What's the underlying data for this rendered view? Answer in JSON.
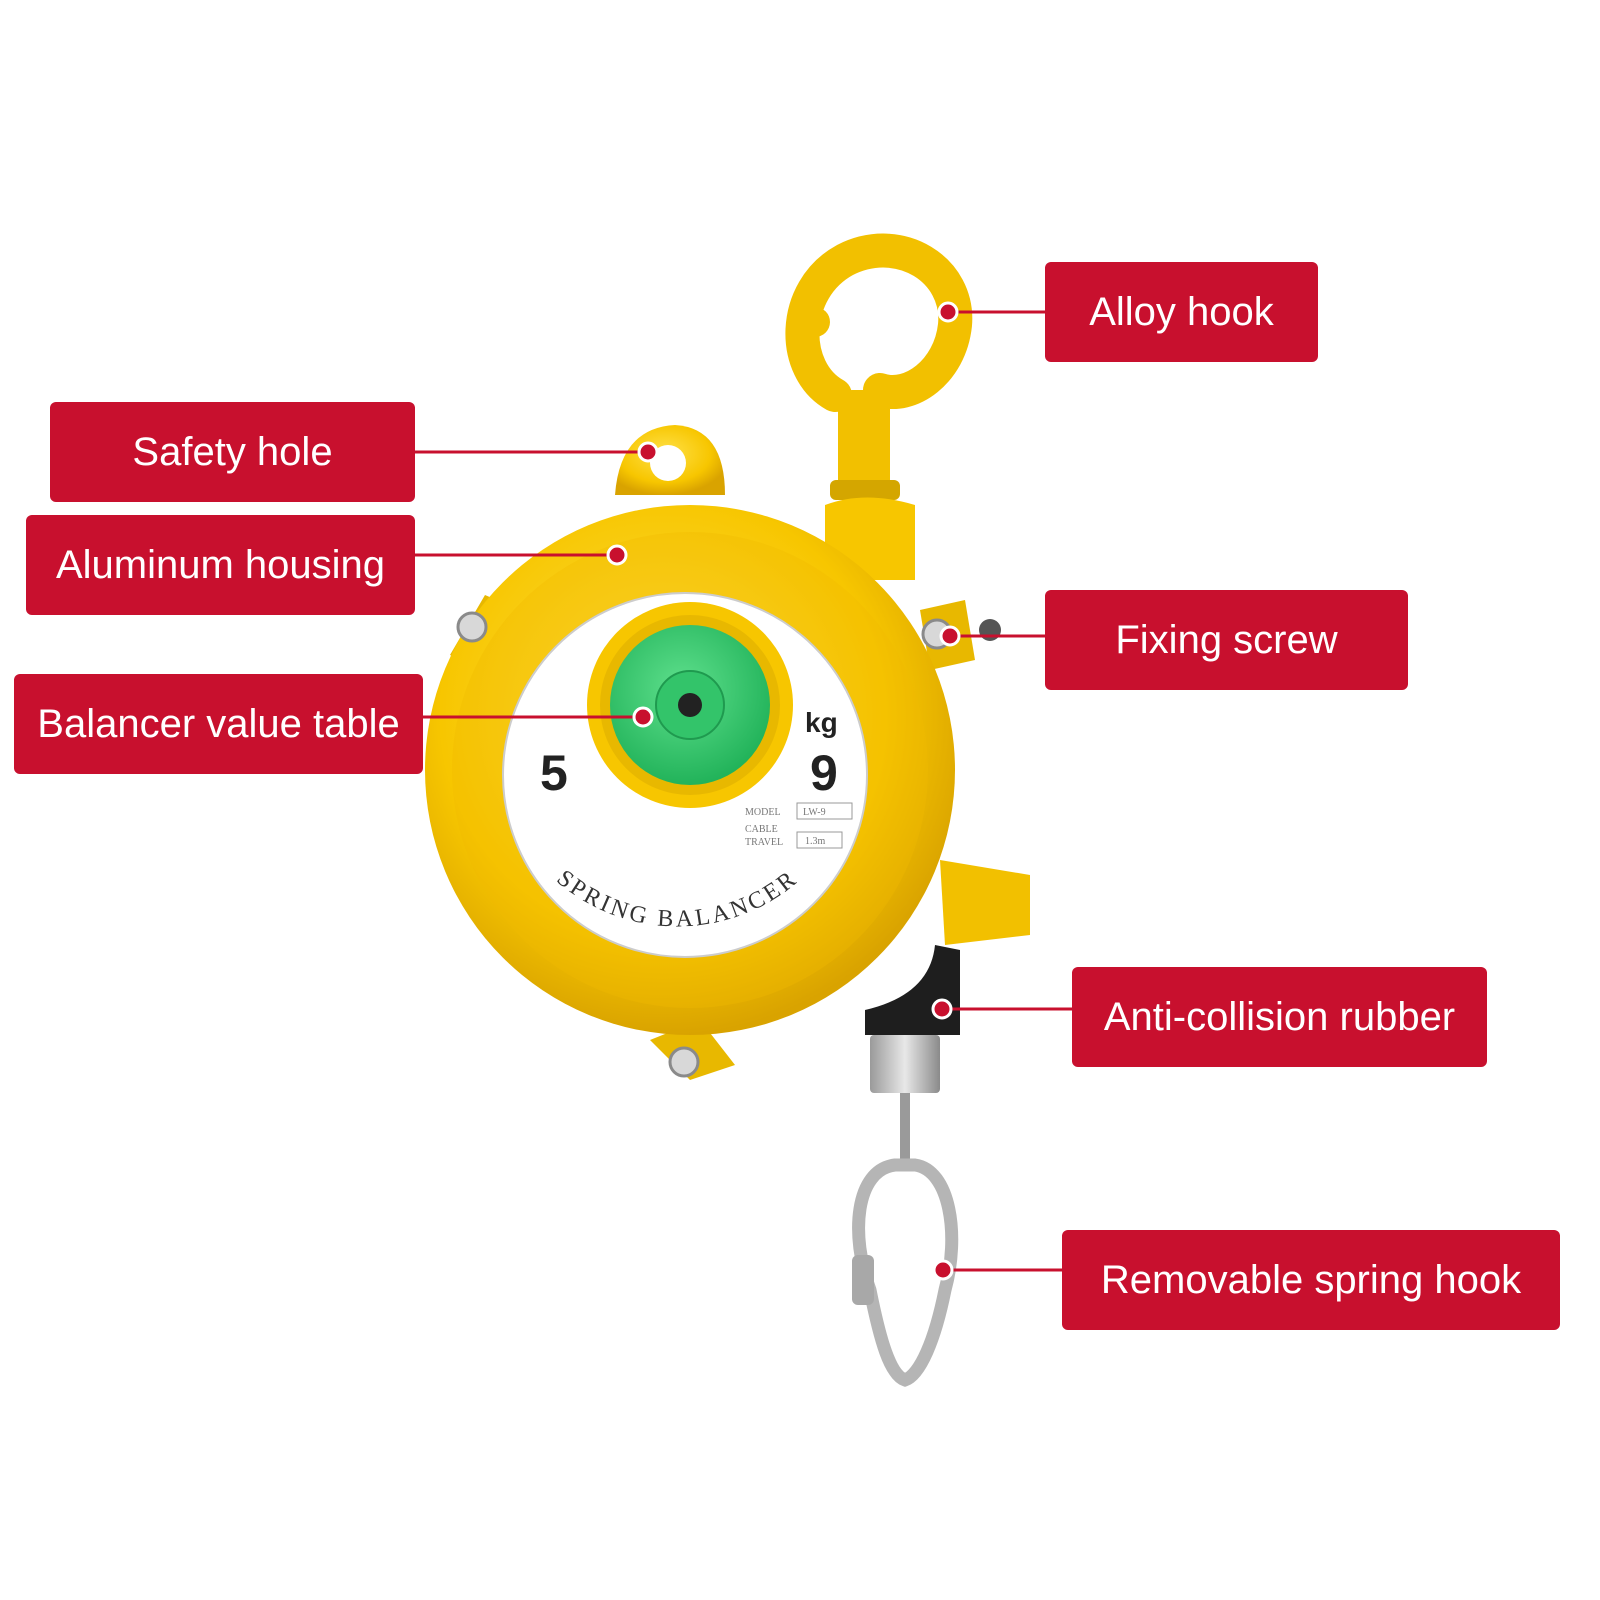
{
  "product": {
    "dial_min": "5",
    "dial_max": "9",
    "unit": "kg",
    "plate_text": "SPRING BALANCER",
    "model_label": "MODEL",
    "model_value": "LW-9",
    "cable_label": "CABLE",
    "travel_label": "TRAVEL",
    "travel_value": "1.3m"
  },
  "callouts": {
    "alloy_hook": "Alloy hook",
    "safety_hole": "Safety hole",
    "aluminum_housing": "Aluminum housing",
    "fixing_screw": "Fixing screw",
    "balancer_value_table": "Balancer value table",
    "anti_collision_rubber": "Anti-collision rubber",
    "removable_spring_hook": "Removable spring hook"
  },
  "colors": {
    "callout_bg": "#c8102e",
    "housing": "#f7c600",
    "dial": "#2ecc71",
    "plate": "#ffffff"
  }
}
